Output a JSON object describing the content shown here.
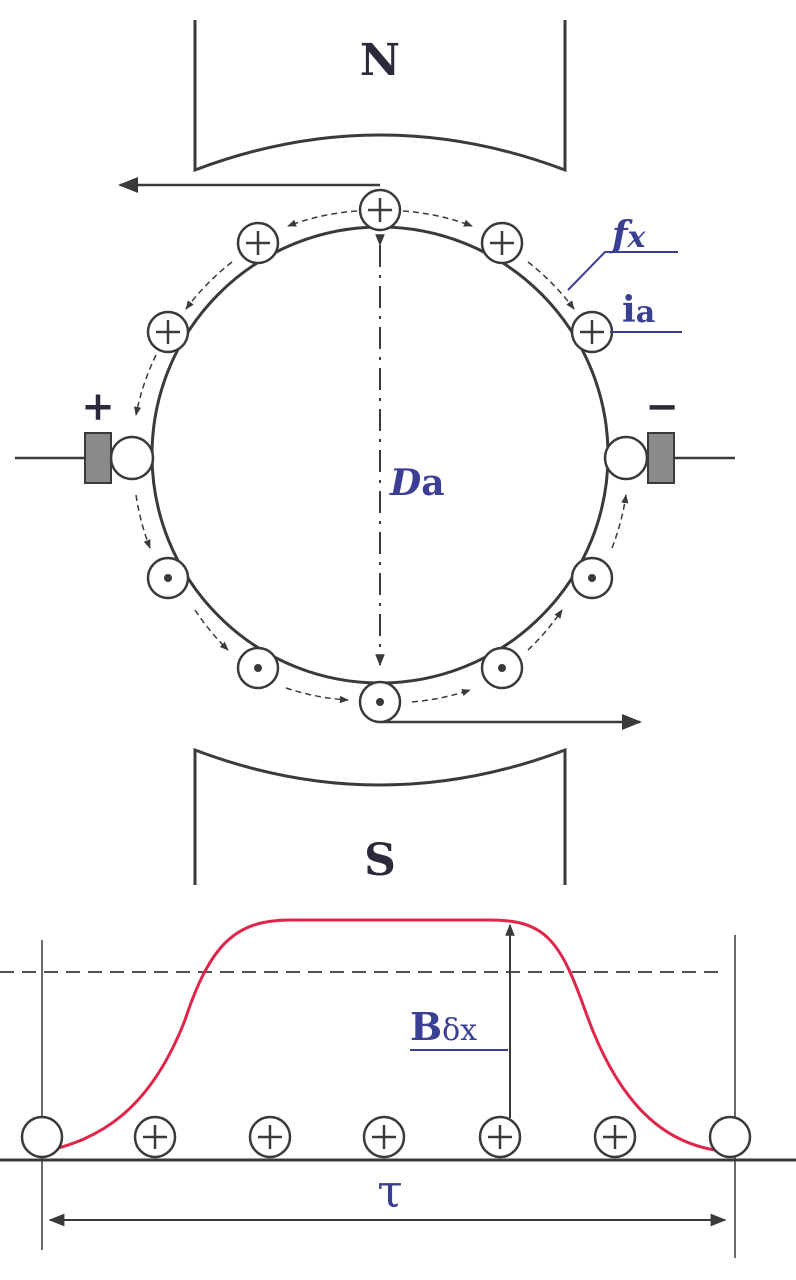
{
  "pole_top": {
    "label": "N"
  },
  "pole_bottom": {
    "label": "S"
  },
  "armature": {
    "diameter_label_main": "D",
    "diameter_label_sub": "a"
  },
  "brushes": {
    "positive": "+",
    "negative": "−"
  },
  "labels": {
    "force_main": "f",
    "force_sub": "x",
    "current_main": "i",
    "current_sub": "a",
    "flux_density_main": "B",
    "flux_density_sub": "δx",
    "pole_pitch": "τ"
  },
  "colors": {
    "flux_curve": "#e0254a",
    "label_blue": "#3b3f93",
    "line": "#3a3a3a"
  }
}
